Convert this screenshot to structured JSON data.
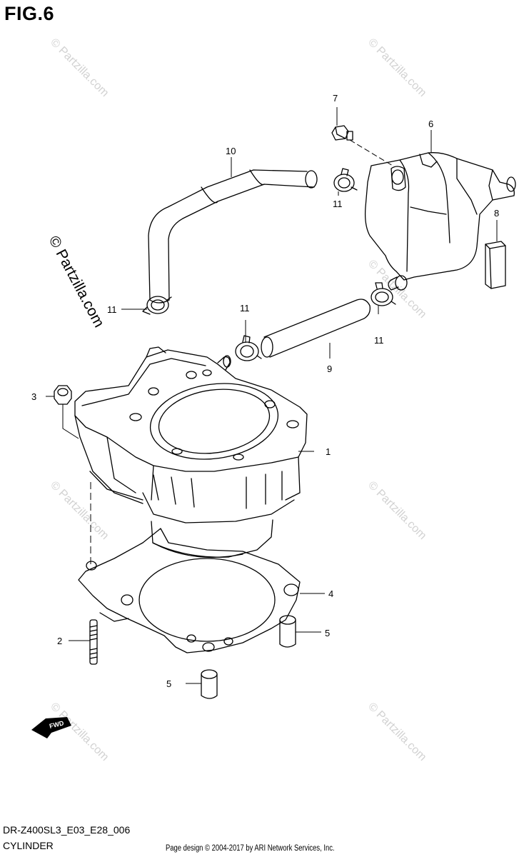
{
  "figure": {
    "title": "FIG.6"
  },
  "watermark": {
    "text": "© Partzilla.com",
    "large_text": "© Partzilla.com"
  },
  "callouts": {
    "c1": "1",
    "c2": "2",
    "c3": "3",
    "c4": "4",
    "c5a": "5",
    "c5b": "5",
    "c6": "6",
    "c7": "7",
    "c8": "8",
    "c9": "9",
    "c10": "10",
    "c11a": "11",
    "c11b": "11",
    "c11c": "11",
    "c11d": "11"
  },
  "fwd_arrow": {
    "label": "FWD",
    "icon": "fwd-arrow-icon"
  },
  "footer": {
    "code": "DR-Z400SL3_E03_E28_006",
    "name": "CYLINDER",
    "copyright": "Page design © 2004-2017 by ARI Network Services, Inc."
  }
}
